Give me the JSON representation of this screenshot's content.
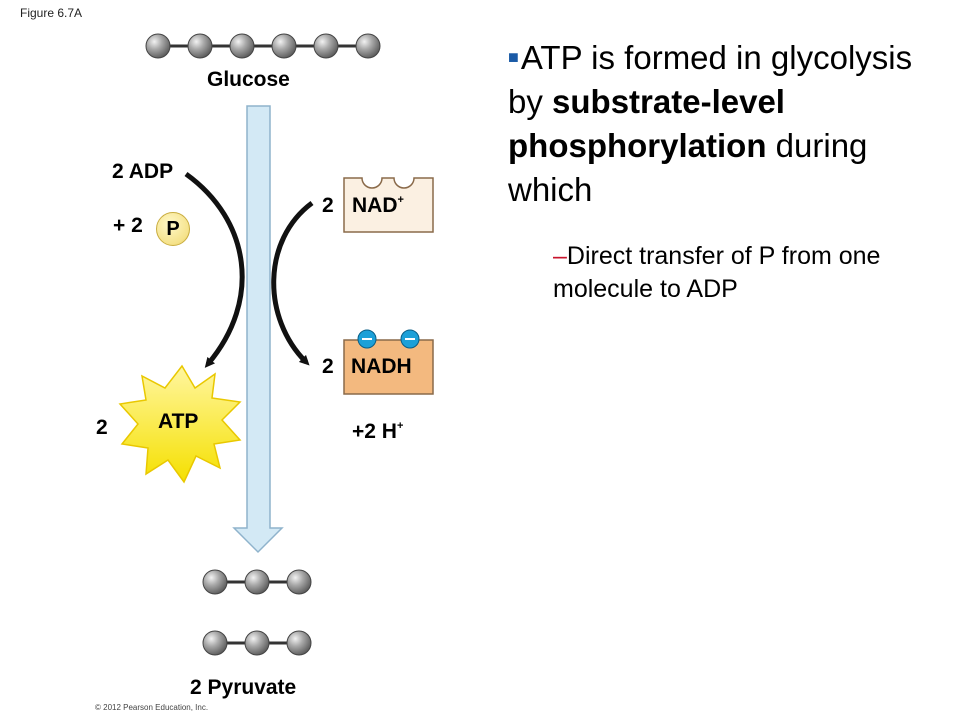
{
  "figure_label": "Figure 6.7A",
  "copyright": "© 2012 Pearson Education, Inc.",
  "glucose_label": "Glucose",
  "adp_label": "2 ADP",
  "plus_p": {
    "prefix": "+ 2",
    "p_symbol": "P"
  },
  "nad": {
    "coef": "2",
    "name": "NAD",
    "sup": "+"
  },
  "nadh": {
    "coef": "2",
    "name": "NADH"
  },
  "atp": {
    "coef": "2",
    "name": "ATP"
  },
  "hydrogen": {
    "text": "+2 H",
    "sup": "+"
  },
  "pyruvate_label": "2 Pyruvate",
  "bullet": {
    "part1": "ATP is formed in glycolysis by ",
    "bold": "substrate-level phosphorylation",
    "part2": " during which"
  },
  "sub_bullet": {
    "dash": "–",
    "text": "Direct transfer of P from one molecule to ADP"
  },
  "colors": {
    "atom_fill": "#9a9a9a",
    "main_arrow": "#d3e9f5",
    "main_arrow_stroke": "#8fb3cc",
    "nad_fill": "#fbf0e2",
    "nadh_fill": "#f3b97f",
    "electron": "#1ca0d8",
    "atp_burst": "#f7ec1c",
    "bullet_blue": "#1a5aa6",
    "dash_red": "#c8142d"
  }
}
